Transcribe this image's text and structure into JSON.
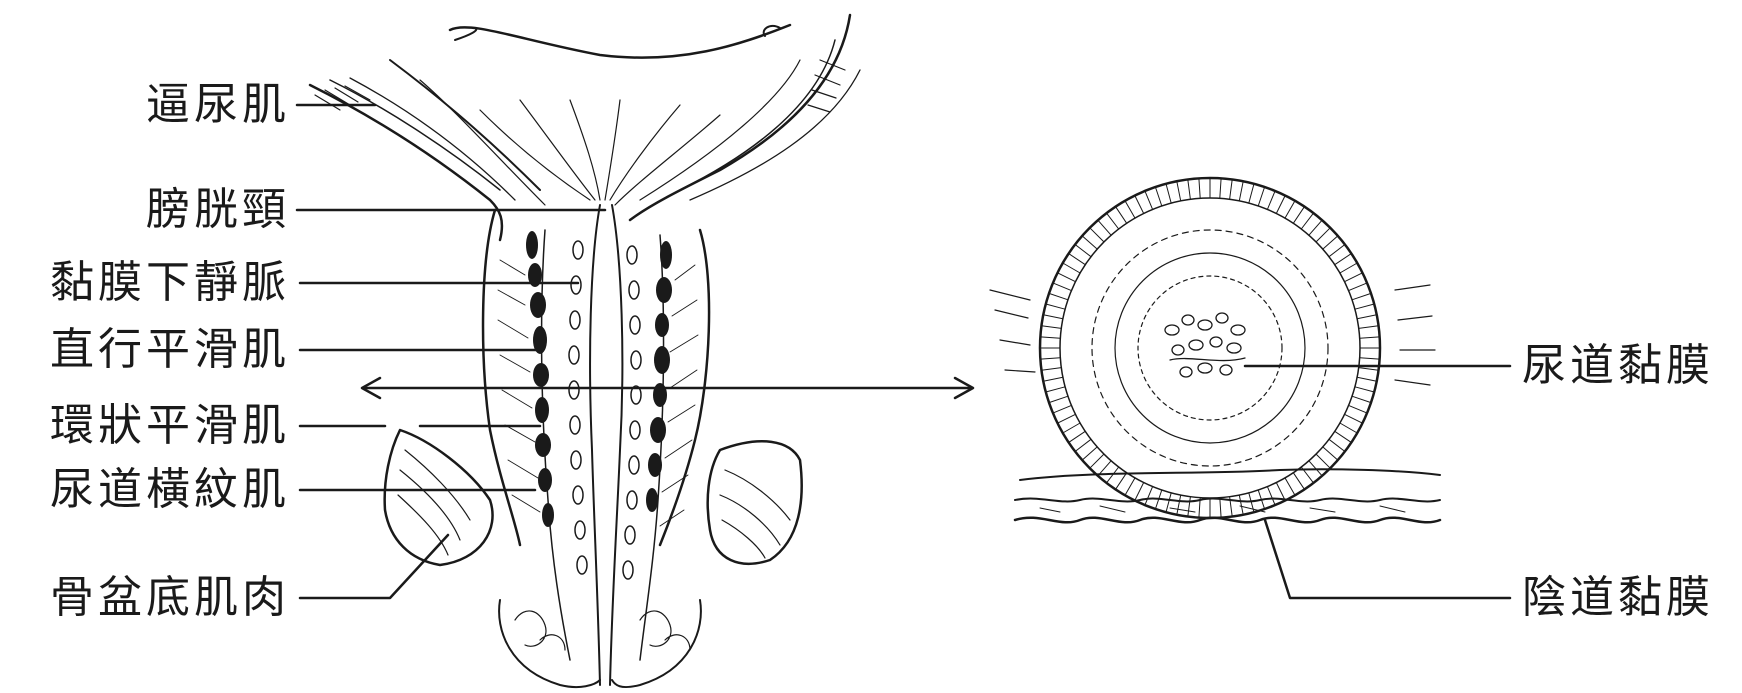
{
  "labels": {
    "left": [
      "逼尿肌",
      "膀胱頸",
      "黏膜下靜脈",
      "直行平滑肌",
      "環狀平滑肌",
      "尿道橫紋肌",
      "骨盆底肌肉"
    ],
    "right": [
      "尿道黏膜",
      "陰道黏膜"
    ]
  }
}
